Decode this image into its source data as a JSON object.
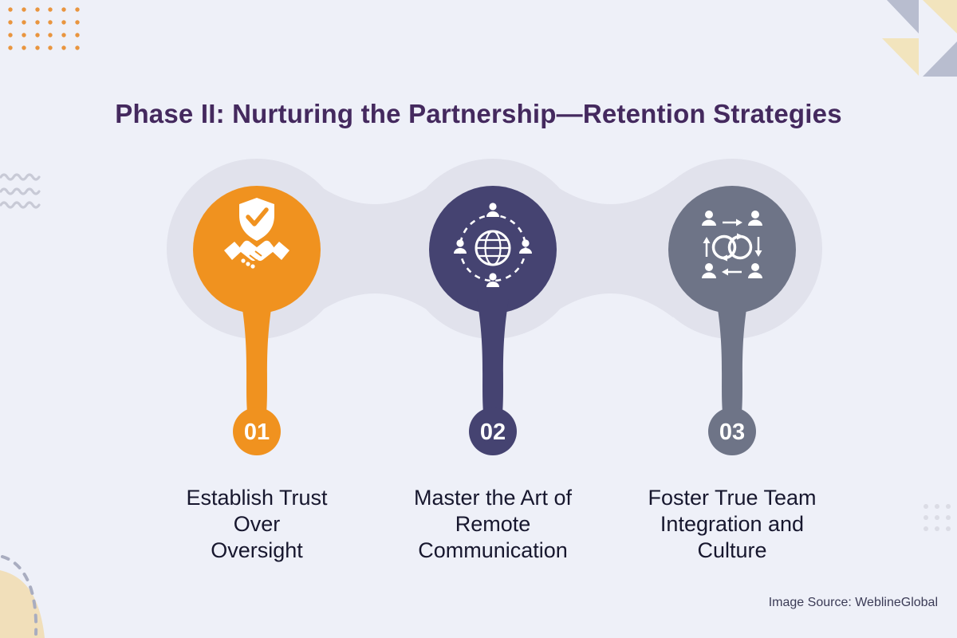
{
  "title": "Phase II: Nurturing the Partnership—Retention Strategies",
  "credit": "Image Source: WeblineGlobal",
  "colors": {
    "background": "#EEF0F8",
    "track": "#E1E2EC",
    "step_orange": "#F0921F",
    "step_navy": "#454371",
    "step_slate": "#6E7487",
    "title_text": "#44295E",
    "caption_text": "#17172E",
    "credit_text": "#3B3B56",
    "icon_white": "#FFFFFF",
    "deco_orange_dots": "#E9953F",
    "deco_gray_dots": "#DBDCE5",
    "deco_wave": "#C8CAD6",
    "deco_triangle_gray": "#B8BDCF",
    "deco_triangle_cream": "#F2E4BD",
    "deco_corner_blob": "#F1DFBA",
    "deco_dashed_arc": "#A9ADC0"
  },
  "steps": [
    {
      "number": "01",
      "label": "Establish Trust\nOver\nOversight",
      "color": "#F0921F",
      "icon": "shield-handshake-icon"
    },
    {
      "number": "02",
      "label": "Master the Art of\nRemote\nCommunication",
      "color": "#454371",
      "icon": "globe-network-icon"
    },
    {
      "number": "03",
      "label": "Foster True Team\nIntegration and\nCulture",
      "color": "#6E7487",
      "icon": "team-sync-icon"
    }
  ]
}
